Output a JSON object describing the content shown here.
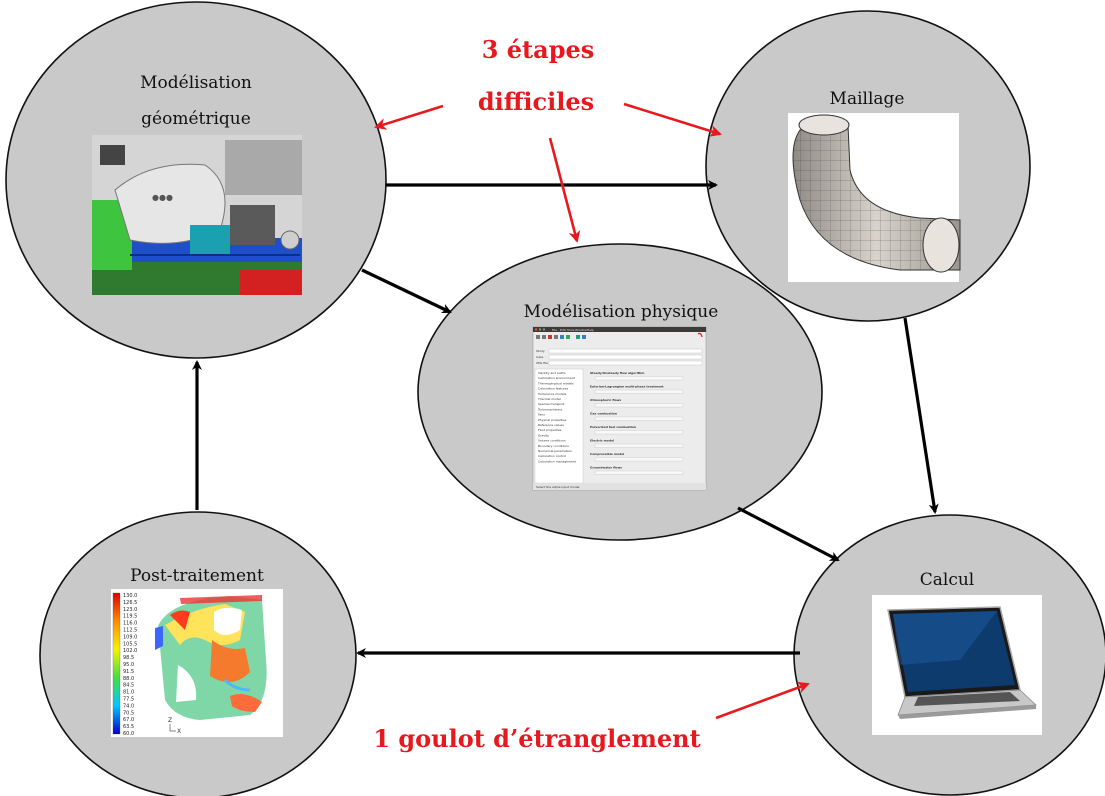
{
  "nodes": {
    "geometric": {
      "label_line1": "Modélisation",
      "label_line2": "géométrique"
    },
    "mesh": {
      "label": "Maillage"
    },
    "physics": {
      "label": "Modélisation physique"
    },
    "compute": {
      "label": "Calcul"
    },
    "post": {
      "label": "Post-traitement"
    }
  },
  "annotations": {
    "difficult_line1": "3 étapes",
    "difficult_line2": "difficiles",
    "bottleneck": "1 goulot d’étranglement"
  },
  "colors": {
    "node_fill": "#c9c9c9",
    "arrow": "#000000",
    "highlight": "#e8191e"
  },
  "icons": [
    "engine-bay-render",
    "bent-pipe-mesh",
    "software-window-screenshot",
    "laptop-image",
    "temperature-contour-plot"
  ],
  "software_screenshot": {
    "menu": [
      "File",
      "Edit",
      "Tools",
      "Window",
      "Help"
    ],
    "field_study": "Study",
    "field_case": "Case",
    "field_xml": "XML file",
    "tree": [
      "Identity and paths",
      "Calculation environment",
      "Thermophysical models",
      "Calculation features",
      "Turbulence models",
      "Thermal model",
      "Species transport",
      "Turbomachinery",
      "Fans",
      "Physical properties",
      "Reference values",
      "Fluid properties",
      "Gravity",
      "Volume conditions",
      "Boundary conditions",
      "Numerical parameters",
      "Calculation control",
      "Calculation management"
    ],
    "panel": [
      "Steady/Unsteady flow algorithm",
      "Eulerian-Lagrangian multi-phase treatment",
      "Atmospheric flows",
      "Gas combustion",
      "Pulverized fuel combustion",
      "Electric model",
      "Compressible model",
      "Groundwater flows"
    ],
    "status": "Select the alpha input model"
  },
  "contour_legend": [
    "130.0",
    "126.5",
    "123.0",
    "119.5",
    "116.0",
    "112.5",
    "109.0",
    "105.5",
    "102.0",
    "98.5",
    "95.0",
    "91.5",
    "88.0",
    "84.5",
    "81.0",
    "77.5",
    "74.0",
    "70.5",
    "67.0",
    "63.5",
    "60.0"
  ]
}
